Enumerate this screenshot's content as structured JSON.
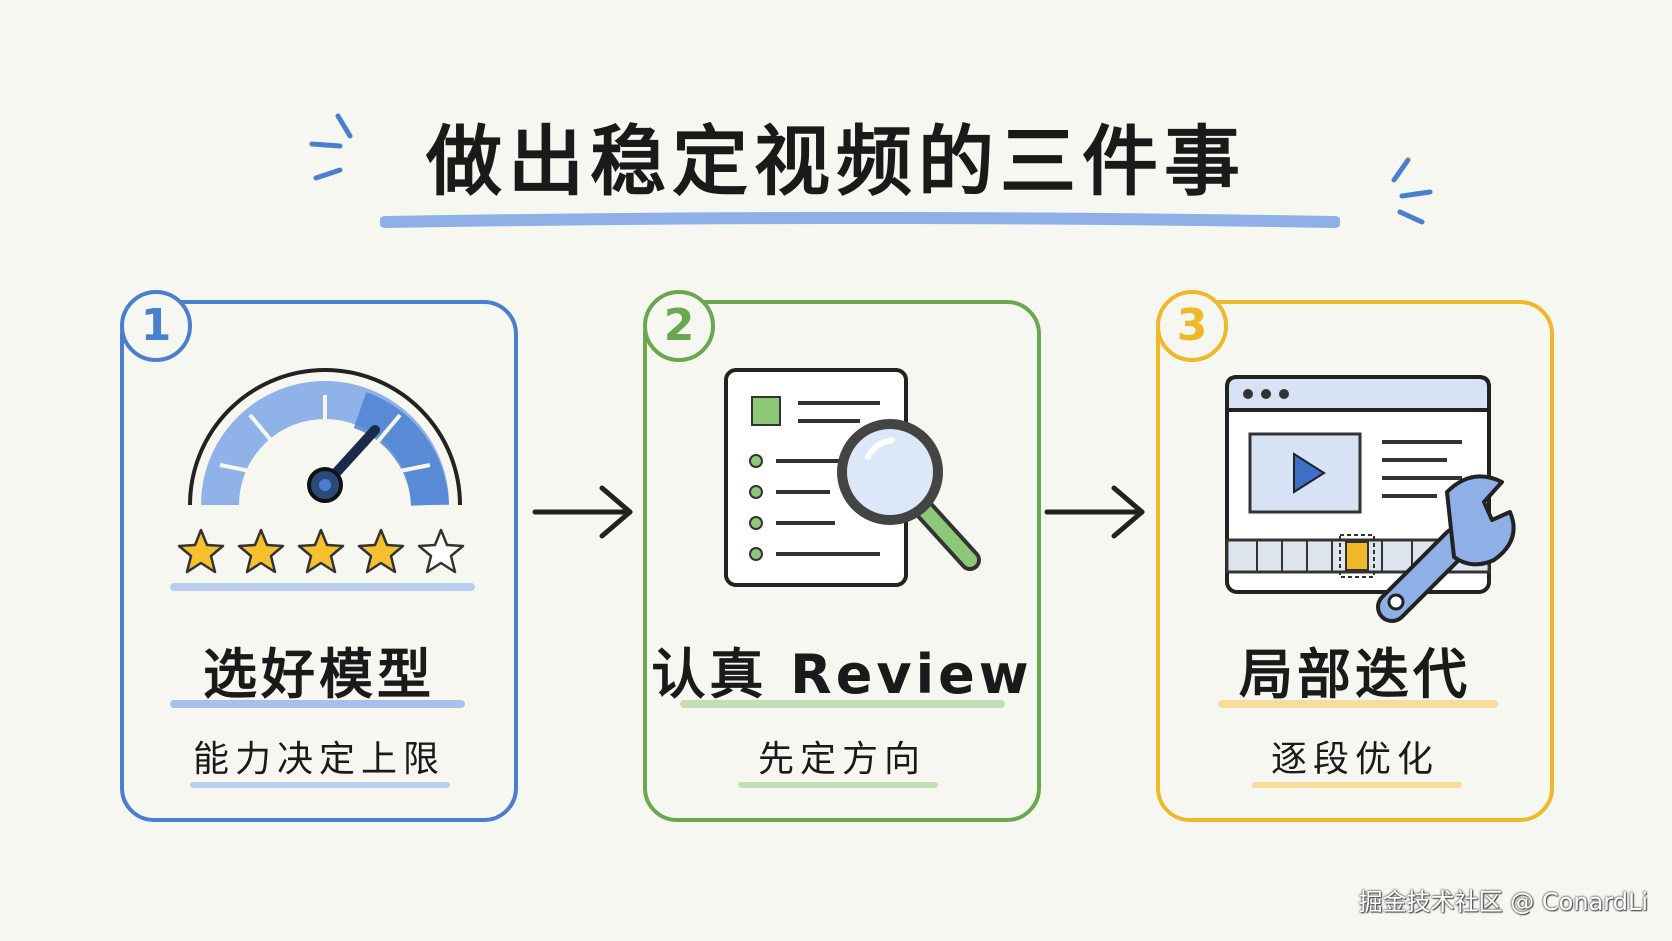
{
  "title": "做出稳定视频的三件事",
  "steps": [
    {
      "number": "1",
      "title": "选好模型",
      "subtitle": "能力决定上限",
      "color": "#4a7fd0",
      "icon": "speedometer-icon",
      "rating": 4,
      "rating_max": 5
    },
    {
      "number": "2",
      "title": "认真 Review",
      "subtitle": "先定方向",
      "color": "#6aa850",
      "icon": "document-magnifier-icon"
    },
    {
      "number": "3",
      "title": "局部迭代",
      "subtitle": "逐段优化",
      "color": "#f0b829",
      "icon": "video-editor-wrench-icon"
    }
  ],
  "watermark": "掘金技术社区 @ ConardLi"
}
